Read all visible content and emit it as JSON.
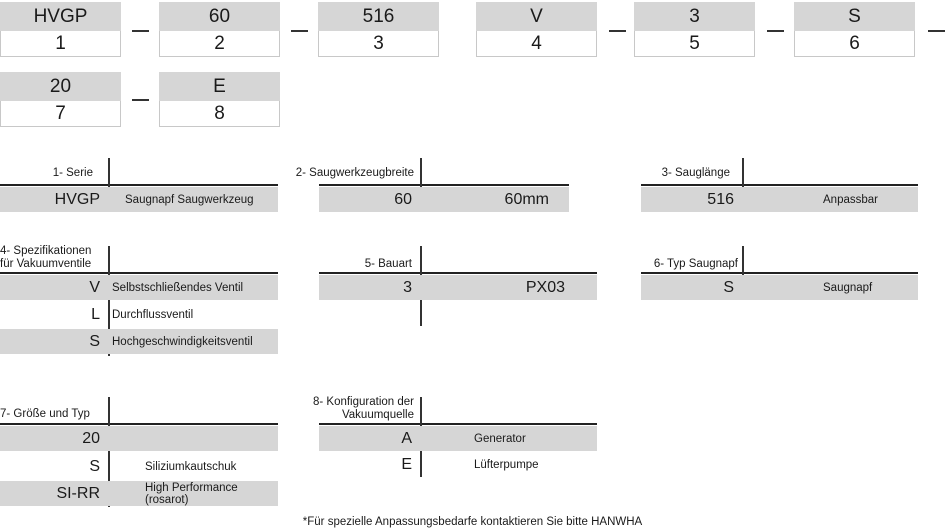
{
  "code": {
    "row1": [
      {
        "value": "HVGP",
        "index": "1"
      },
      {
        "value": "60",
        "index": "2"
      },
      {
        "value": "516",
        "index": "3"
      },
      {
        "value": "V",
        "index": "4"
      },
      {
        "value": "3",
        "index": "5"
      },
      {
        "value": "S",
        "index": "6"
      }
    ],
    "row2": [
      {
        "value": "20",
        "index": "7"
      },
      {
        "value": "E",
        "index": "8"
      }
    ]
  },
  "sections": {
    "s1": {
      "title": "1- Serie",
      "rows": [
        {
          "value": "HVGP",
          "desc": "Saugnapf Saugwerkzeug"
        }
      ]
    },
    "s2": {
      "title": "2- Saugwerkzeugbreite",
      "rows": [
        {
          "value": "60",
          "desc": "60mm"
        }
      ]
    },
    "s3": {
      "title": "3- Sauglänge",
      "rows": [
        {
          "value": "516",
          "desc": "Anpassbar"
        }
      ]
    },
    "s4": {
      "title_line1": "4- Spezifikationen",
      "title_line2": "für Vakuumventile",
      "rows": [
        {
          "value": "V",
          "desc": "Selbstschließendes Ventil"
        },
        {
          "value": "L",
          "desc": "Durchflussventil"
        },
        {
          "value": "S",
          "desc": "Hochgeschwindigkeitsventil"
        }
      ]
    },
    "s5": {
      "title": "5- Bauart",
      "rows": [
        {
          "value": "3",
          "desc": "PX03"
        }
      ]
    },
    "s6": {
      "title": "6- Typ Saugnapf",
      "rows": [
        {
          "value": "S",
          "desc": "Saugnapf"
        }
      ]
    },
    "s7": {
      "title": "7- Größe und Typ",
      "rows": [
        {
          "value": "20",
          "desc": ""
        },
        {
          "value": "S",
          "desc": "Siliziumkautschuk"
        },
        {
          "value": "SI-RR",
          "desc": "High Performance (rosarot)"
        }
      ]
    },
    "s8": {
      "title_line1": "8- Konfiguration der",
      "title_line2": "Vakuumquelle",
      "rows": [
        {
          "value": "A",
          "desc": "Generator"
        },
        {
          "value": "E",
          "desc": "Lüfterpumpe"
        }
      ]
    }
  },
  "footnote": "*Für spezielle Anpassungsbedarfe kontaktieren Sie bitte HANWHA"
}
